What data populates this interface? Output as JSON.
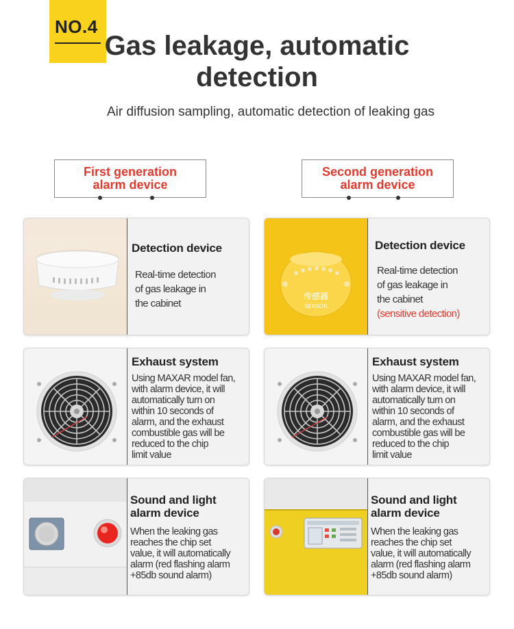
{
  "badge": "NO.4",
  "title": "Gas leakage, automatic detection",
  "subtitle": "Air diffusion sampling, automatic detection of leaking gas",
  "generations": {
    "first": [
      "First generation",
      "alarm device"
    ],
    "second": [
      "Second generation",
      "alarm device"
    ]
  },
  "first": {
    "detection": {
      "title": "Detection device",
      "lines": [
        "Real-time detection",
        "of gas leakage in",
        "the cabinet"
      ]
    },
    "exhaust": {
      "title": "Exhaust system",
      "lines": [
        "Using MAXAR model fan,",
        "with alarm device, it will",
        "automatically turn on",
        "within 10 seconds of",
        "alarm, and the exhaust",
        "combustible gas will be",
        "reduced to the chip",
        "limit value"
      ]
    },
    "sound": {
      "title": [
        "Sound and light",
        "alarm device"
      ],
      "lines": [
        "When the leaking gas",
        "reaches the chip set",
        "value, it will automatically",
        "alarm (red flashing alarm",
        "+85db sound alarm)"
      ]
    }
  },
  "second": {
    "detection": {
      "title": "Detection device",
      "lines": [
        "Real-time detection",
        "of gas leakage in",
        "the cabinet"
      ],
      "note": "(sensitive detection)"
    },
    "exhaust": {
      "title": "Exhaust system",
      "lines": [
        "Using MAXAR model fan,",
        "with alarm device, it will",
        "automatically turn on",
        "within 10 seconds of",
        "alarm, and the exhaust",
        "combustible gas will be",
        "reduced to the chip",
        "limit value"
      ]
    },
    "sound": {
      "title": [
        "Sound and light",
        "alarm device"
      ],
      "lines": [
        "When the leaking gas",
        "reaches the chip set",
        "value, it will automatically",
        "alarm (red flashing alarm",
        "+85db sound alarm)"
      ]
    }
  },
  "sensor_label": {
    "cn": "传感器",
    "en": "SENSOR"
  },
  "colors": {
    "accent_yellow": "#f8d21c",
    "red": "#e03b2e",
    "cabinet_yellow": "#f2c21a"
  }
}
